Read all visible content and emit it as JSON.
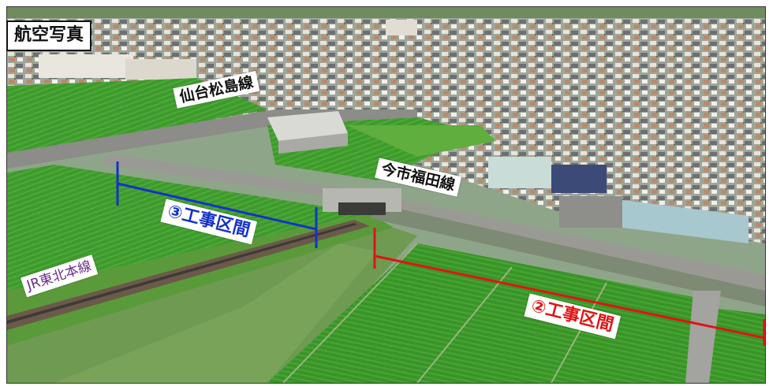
{
  "photo": {
    "title": "航空写真",
    "labels": {
      "senseki_line": "仙台松島線",
      "imaichi_fukuda_line": "今市福田線",
      "jr_tohoku_line": "JR東北本線",
      "section_3": "③工事区間",
      "section_2": "②工事区間"
    },
    "colors": {
      "section_3_line": "#1432c8",
      "section_2_line": "#e01414",
      "jr_label": "#6a2c8a",
      "paddy_green": "#3f9a2e"
    }
  }
}
